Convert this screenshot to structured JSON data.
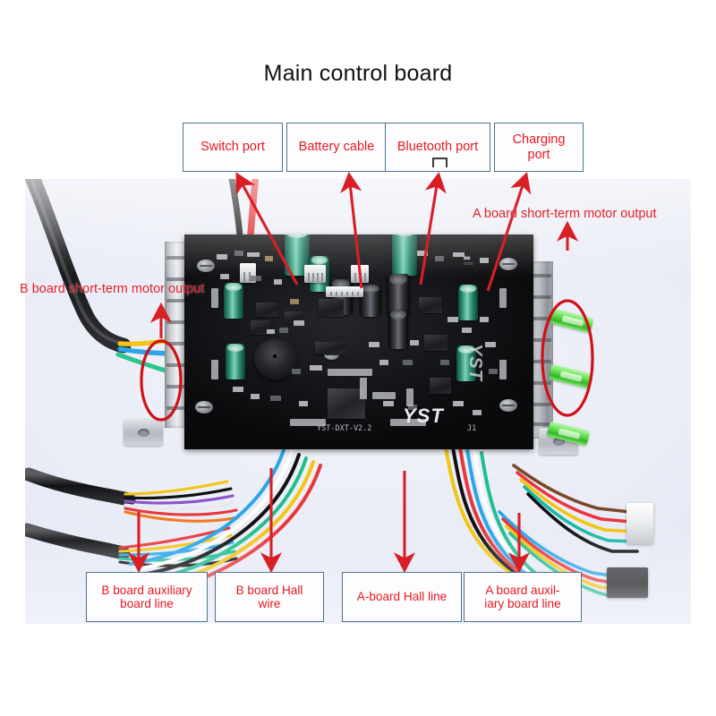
{
  "page": {
    "title": "Main control board",
    "background": "#ffffff"
  },
  "colors": {
    "label_text": "#e8181f",
    "label_border": "#4a7590",
    "label_fill": "#fdfdff",
    "arrow": "#d81f26",
    "ellipse": "#d01018",
    "title_text": "#111111",
    "photo_background": "#eceef7",
    "pcb_black": "#141518",
    "capacitor_green": "#2f8f75",
    "spade_green": "#5fe04e",
    "heatsink_silver": "#cfd2d7"
  },
  "top_labels": [
    {
      "id": "switch-port",
      "text": "Switch port"
    },
    {
      "id": "battery-cable",
      "text": "Battery cable"
    },
    {
      "id": "bluetooth-port",
      "text": "Bluetooth port"
    },
    {
      "id": "charging-port",
      "text": "Charging\nport"
    }
  ],
  "bottom_labels": [
    {
      "id": "b-board-auxiliary-board-line",
      "text": "B board auxiliary\nboard line"
    },
    {
      "id": "b-board-hall-wire",
      "text": "B board Hall\nwire"
    },
    {
      "id": "a-board-hall-line",
      "text": "A-board Hall line"
    },
    {
      "id": "a-board-auxiliary-board-line",
      "text": "A board auxil-\niary board line"
    }
  ],
  "callouts": [
    {
      "id": "b-board-short-term-motor-output",
      "text": "B board short-term motor output"
    },
    {
      "id": "a-board-short-term-motor-output",
      "text": "A board short-term motor output"
    }
  ],
  "board_silkscreen": {
    "logo": "YST",
    "logo_side": "YST",
    "part_number": "YST-DXT-V2.2",
    "connector_ref": "J1"
  },
  "annotations": {
    "arrow_count_top": 4,
    "arrow_count_bottom": 4,
    "ellipse_count": 2,
    "ellipse_note": "red ovals highlight the short-term motor output wire groups on the A and B sides"
  }
}
